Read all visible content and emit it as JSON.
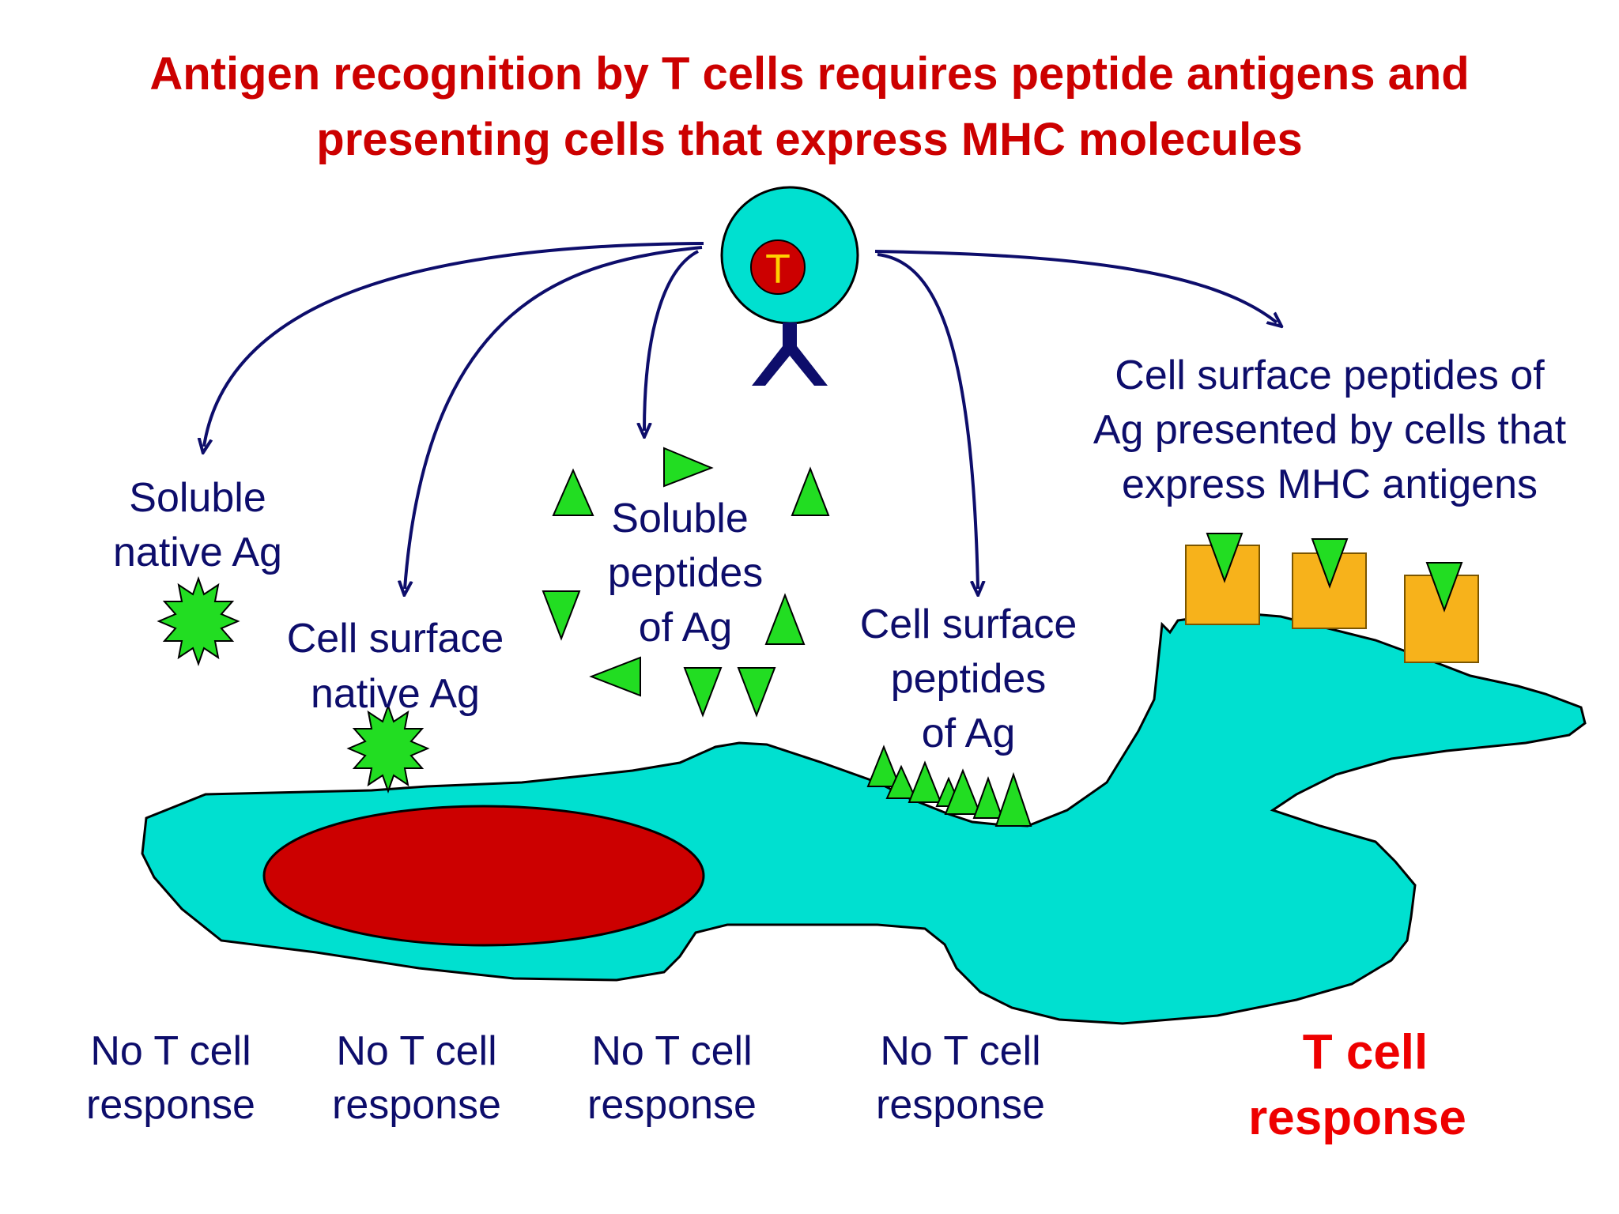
{
  "title": {
    "line1": "Antigen recognition by T cells requires peptide antigens and",
    "line2": "presenting cells that express MHC molecules"
  },
  "t_cell": {
    "label": "T"
  },
  "labels": {
    "soluble_native": [
      "Soluble",
      "native Ag"
    ],
    "cell_surface_native": [
      "Cell surface",
      "native Ag"
    ],
    "soluble_peptides": [
      "Soluble",
      "peptides",
      "of Ag"
    ],
    "cell_surface_peptides": [
      "Cell surface",
      "peptides",
      "of Ag"
    ],
    "mhc_presented": [
      "Cell surface peptides of",
      "Ag presented by cells that",
      "express MHC antigens"
    ]
  },
  "responses": [
    [
      "No T cell",
      "response"
    ],
    [
      "No T cell",
      "response"
    ],
    [
      "No T cell",
      "response"
    ],
    [
      "No T cell",
      "response"
    ],
    [
      "T cell",
      "response"
    ]
  ],
  "colors": {
    "title": "#cc0000",
    "label": "#0d0d6b",
    "arrow": "#0d0d6b",
    "cell_fill": "#00e0d0",
    "nucleus_fill": "#cc0000",
    "t_letter": "#ffd000",
    "peptide_fill": "#22dd22",
    "mhc_fill": "#f7b21b",
    "positive_response": "#ee0000"
  }
}
